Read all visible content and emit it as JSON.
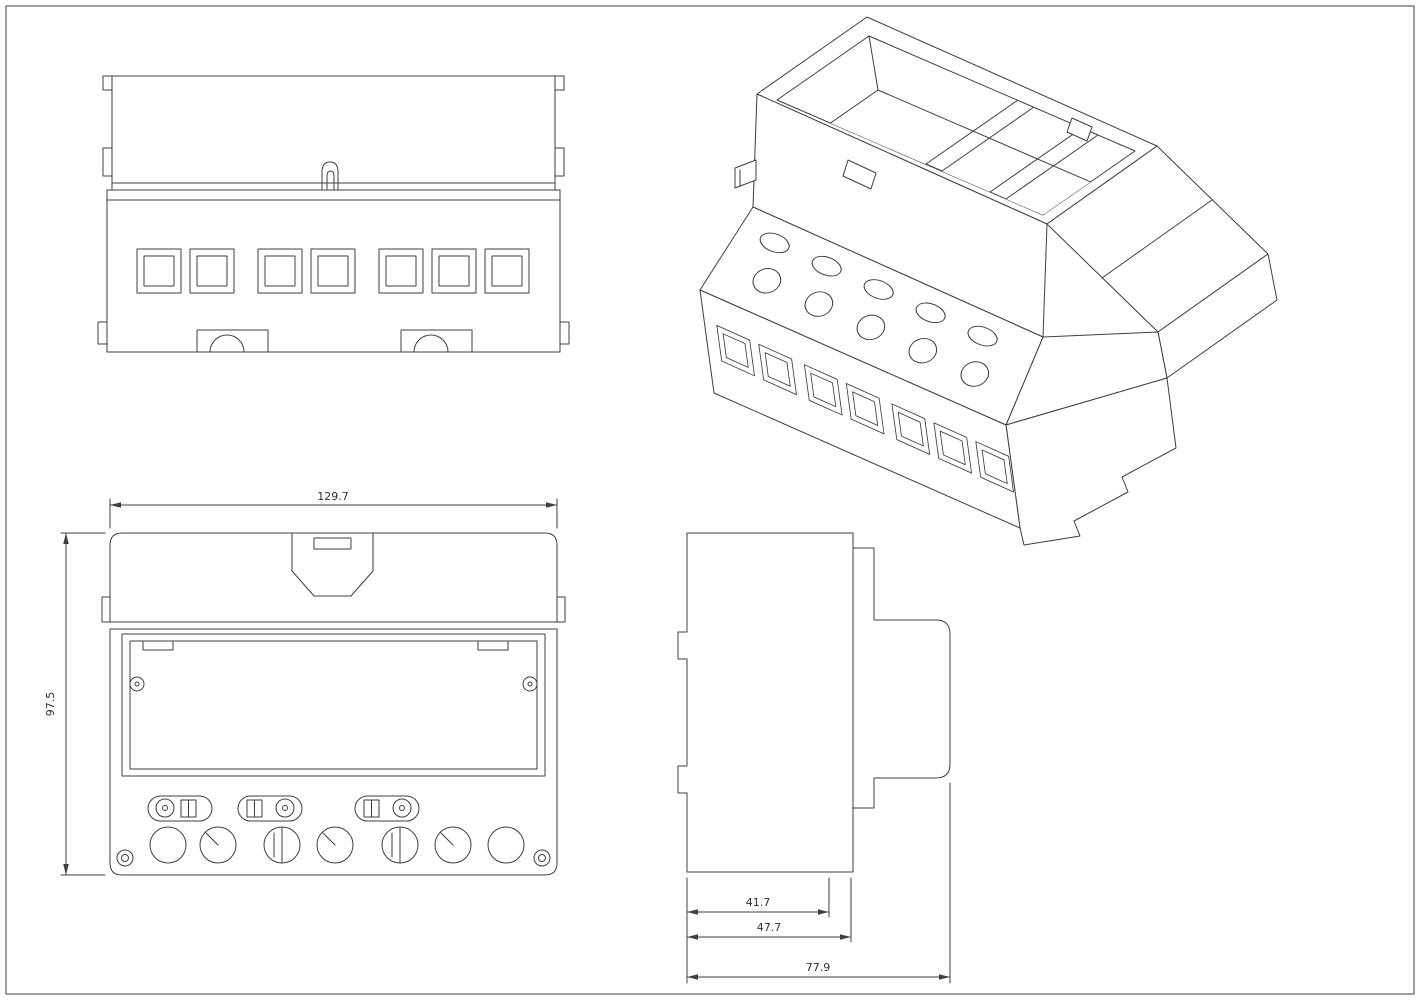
{
  "drawing": {
    "background": "#ffffff",
    "line_color": "#3f3f3f"
  },
  "dimensions": {
    "width": "129.7",
    "height": "97.5",
    "depth_din": "41.7",
    "depth_body": "47.7",
    "depth_total": "77.9"
  }
}
